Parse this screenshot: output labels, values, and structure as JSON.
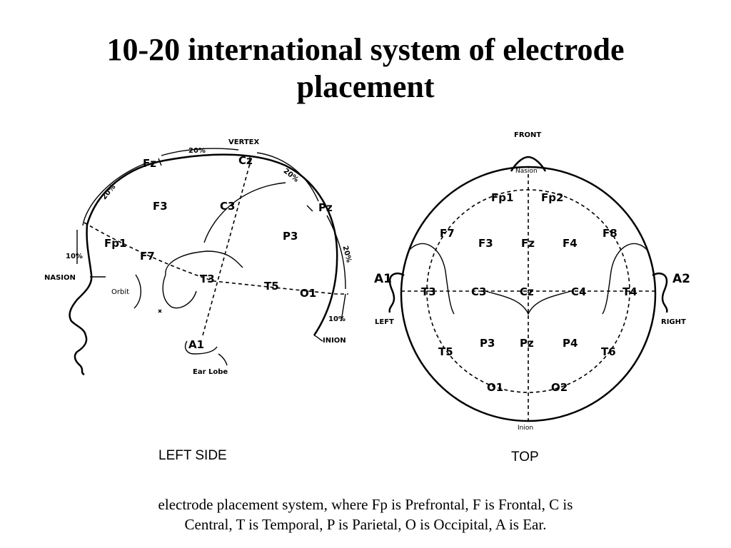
{
  "title": {
    "line1": "10-20 international system of electrode",
    "line2": "placement"
  },
  "left_view": {
    "caption": "LEFT SIDE",
    "vertex": "VERTEX",
    "nasion": "NASION",
    "inion": "INION",
    "orbit": "Orbit",
    "ear_lobe": "Ear Lobe",
    "percent_20_top": "20%",
    "percent_20_left": "20%",
    "percent_20_right": "20%",
    "percent_20_back": "20%",
    "percent_10_front": "10%",
    "percent_10_back": "10%",
    "electrodes": {
      "Fz": "Fz",
      "Cz": "Cz",
      "F3": "F3",
      "C3": "C3",
      "Pz": "Pz",
      "P3": "P3",
      "Fp1": "Fp1",
      "F7": "F7",
      "T3": "T3",
      "T5": "T5",
      "O1": "O1",
      "A1": "A1"
    }
  },
  "top_view": {
    "caption": "TOP",
    "front": "FRONT",
    "nasion": "Nasion",
    "inion": "Inion",
    "left": "LEFT",
    "right": "RIGHT",
    "electrodes": {
      "Fp1": "Fp1",
      "Fp2": "Fp2",
      "F7": "F7",
      "F8": "F8",
      "F3": "F3",
      "Fz": "Fz",
      "F4": "F4",
      "A1": "A1",
      "A2": "A2",
      "T3": "T3",
      "C3": "C3",
      "Cz": "Cz",
      "C4": "C4",
      "T4": "T4",
      "P3": "P3",
      "Pz": "Pz",
      "P4": "P4",
      "T5": "T5",
      "T6": "T6",
      "O1": "O1",
      "O2": "O2"
    }
  },
  "caption": {
    "line1": "electrode placement system, where Fp is Prefrontal, F is Frontal, C is",
    "line2": "Central, T is Temporal, P is Parietal, O is Occipital, A is Ear."
  }
}
